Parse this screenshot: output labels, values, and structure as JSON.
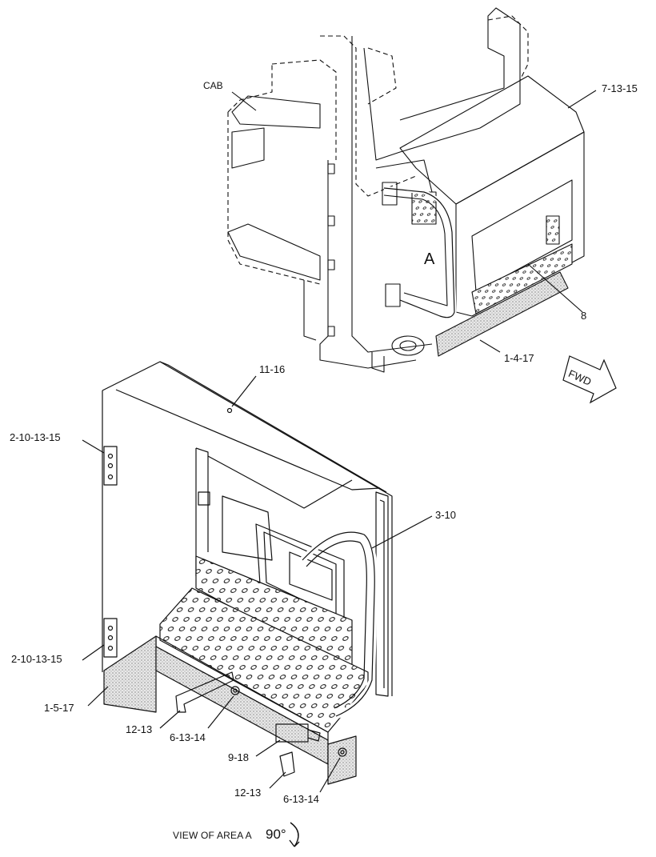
{
  "labels": {
    "cab": "CAB",
    "top_right_part": "7-13-15",
    "item_8": "8",
    "item_1_4_17": "1-4-17",
    "area_letter": "A",
    "fwd": "FWD",
    "item_11_16": "11-16",
    "item_2_10_13_15_upper": "2-10-13-15",
    "item_3_10": "3-10",
    "item_2_10_13_15_lower": "2-10-13-15",
    "item_1_5_17": "1-5-17",
    "item_12_13_left": "12-13",
    "item_6_13_14_left": "6-13-14",
    "item_9_18": "9-18",
    "item_12_13_bottom": "12-13",
    "item_6_13_14_bottom": "6-13-14"
  },
  "caption": {
    "view_text": "VIEW OF AREA A",
    "rotation": "90°"
  },
  "icons": {
    "fwd_arrow": "fwd-arrow-icon",
    "rotation_arrow": "rotate-arrow-icon"
  },
  "colors": {
    "line": "#111111",
    "stipple": "#d9d9d9"
  }
}
